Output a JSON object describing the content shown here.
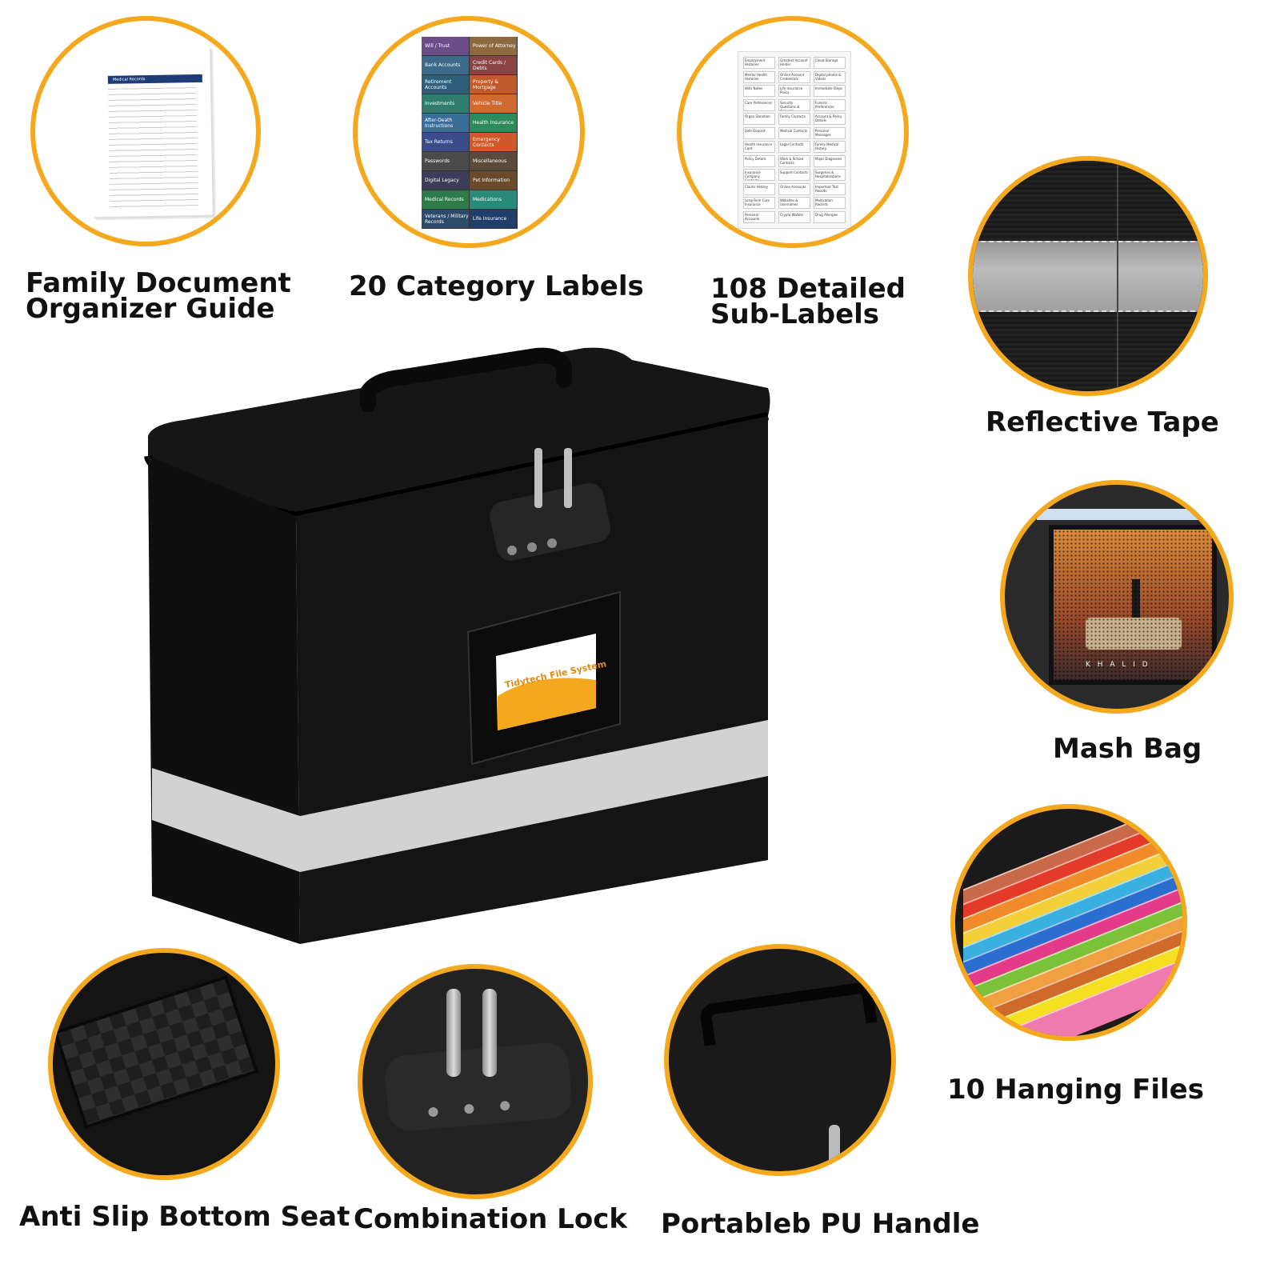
{
  "captions": {
    "organizer_line1": "Family Document",
    "organizer_line2": "Organizer Guide",
    "category_labels": "20 Category Labels",
    "sublabels_line1": "108 Detailed",
    "sublabels_line2": "Sub-Labels",
    "reflective_tape": "Reflective Tape",
    "mash_bag": "Mash Bag",
    "hanging_files": "10 Hanging Files",
    "anti_slip": "Anti Slip Bottom Seat",
    "combination_lock": "Combination Lock",
    "pu_handle": "Portableb PU Handle"
  },
  "guide": {
    "header": "Medical Records"
  },
  "category_tiles": [
    {
      "label": "Will / Trust",
      "color": "#6b4d8a"
    },
    {
      "label": "Power of Attorney",
      "color": "#8c6a3e"
    },
    {
      "label": "Bank Accounts",
      "color": "#3d6a8a"
    },
    {
      "label": "Credit Cards / Debts",
      "color": "#8a4444"
    },
    {
      "label": "Retirement Accounts",
      "color": "#2d5f7a"
    },
    {
      "label": "Property & Mortgage",
      "color": "#c05a2a"
    },
    {
      "label": "Investments",
      "color": "#2e7d6e"
    },
    {
      "label": "Vehicle Title",
      "color": "#d06a30"
    },
    {
      "label": "After-Death Instructions",
      "color": "#3a6d9a"
    },
    {
      "label": "Health Insurance",
      "color": "#2d8a5a"
    },
    {
      "label": "Tax Returns",
      "color": "#3a4d8a"
    },
    {
      "label": "Emergency Contacts",
      "color": "#d0582a"
    },
    {
      "label": "Passwords",
      "color": "#4a4a4a"
    },
    {
      "label": "Miscellaneous",
      "color": "#5a4a3a"
    },
    {
      "label": "Digital Legacy",
      "color": "#3d3d5a"
    },
    {
      "label": "Pet Information",
      "color": "#6a4a2a"
    },
    {
      "label": "Medical Records",
      "color": "#2d7a4a"
    },
    {
      "label": "Medications",
      "color": "#2a8a7a"
    },
    {
      "label": "Veterans / Military Records",
      "color": "#2d4a6a"
    },
    {
      "label": "Life Insurance",
      "color": "#1f3f6a"
    }
  ],
  "sublabels": [
    "Employment Histories",
    "Greatest Account Holder",
    "Cloud Storage",
    "Mental Health Histories",
    "Online Account Credentials",
    "Digital photos & Videos",
    "Wills Notes",
    "Life Insurance Policy",
    "Immediate Steps",
    "Care Preferences",
    "Security Questions & Answers",
    "Funeral Preferences",
    "Organ Donation",
    "Family Contacts",
    "Account & Policy Details",
    "Safe Deposit",
    "Medical Contacts",
    "Personal Messages",
    "Health Insurance Card",
    "Legal Contacts",
    "Family Medical History",
    "Policy Details",
    "Work & School Contacts",
    "Major Diagnoses",
    "Insurance Company Contacts",
    "Support Contacts",
    "Surgeries & Hospitalizations",
    "Claims History",
    "Online Accounts",
    "Important Test Results",
    "Long-Term Care Insurance",
    "Websites & Usernames",
    "Medication Records",
    "Personal Accounts",
    "Crypto Wallets",
    "Drug Allergies"
  ],
  "product": {
    "window_label": "Tidytech File System"
  },
  "mesh_bag": {
    "poster_text": "K H A L I D"
  },
  "hanging_file_colors": [
    "#c86a4a",
    "#e43a2a",
    "#f08a2a",
    "#f3d03a",
    "#3ab0e0",
    "#2a6fd0",
    "#e43a8a",
    "#7ac23a",
    "#f0a040",
    "#d06a2a",
    "#f4e020",
    "#f07ab0"
  ],
  "colors": {
    "accent": "#f4a81d"
  }
}
